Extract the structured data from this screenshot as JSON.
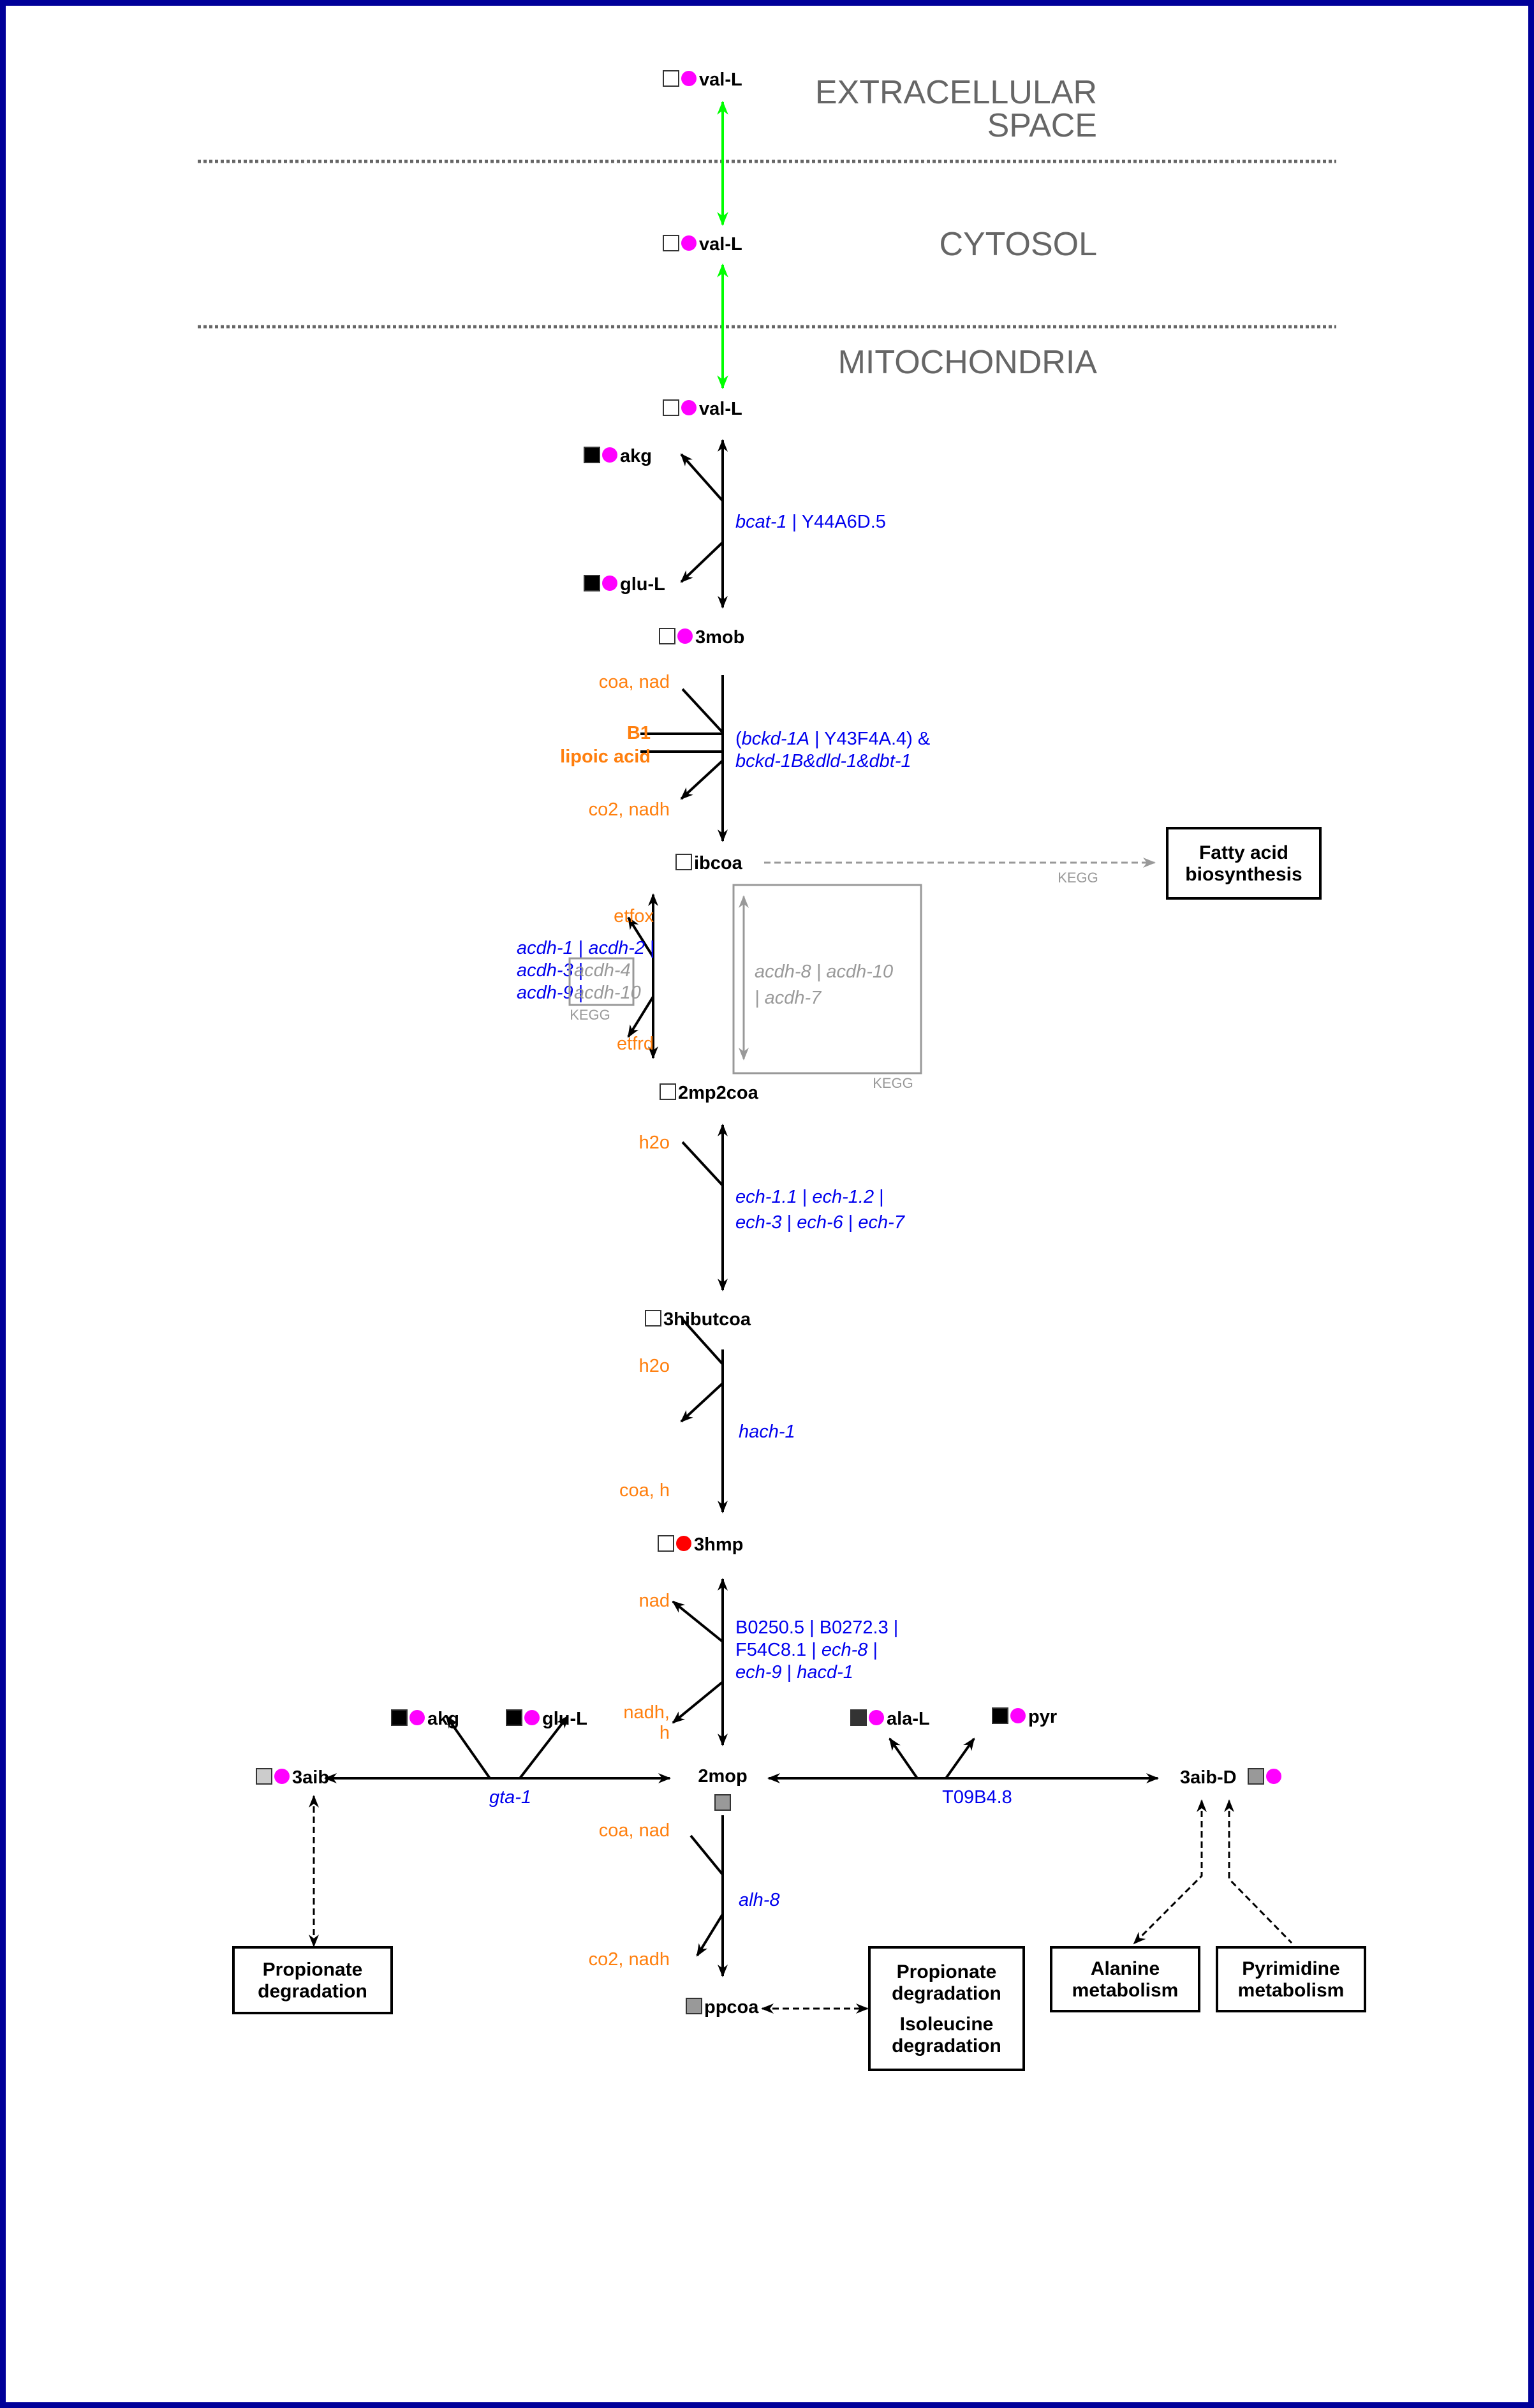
{
  "colors": {
    "border": "#000099",
    "metabolite_text": "#000000",
    "cofactor_text": "#ff7f0e",
    "gene_text": "#0000ee",
    "kegg_grey": "#999999",
    "transport_arrow": "#00ff00",
    "compartment_label": "#666666",
    "marker_magenta": "#ff00ff",
    "marker_red": "#ff0000"
  },
  "compartments": {
    "extracellular": [
      "EXTRACELLULAR",
      "SPACE"
    ],
    "cytosol": "CYTOSOL",
    "mitochondria": "MITOCHONDRIA"
  },
  "metabolites": {
    "val_e": {
      "label": "val-L",
      "square": "white",
      "circle": "magenta"
    },
    "val_c": {
      "label": "val-L",
      "square": "white",
      "circle": "magenta"
    },
    "val_m": {
      "label": "val-L",
      "square": "white",
      "circle": "magenta"
    },
    "akg_1": {
      "label": "akg",
      "square": "black",
      "circle": "magenta"
    },
    "glu_1": {
      "label": "glu-L",
      "square": "black",
      "circle": "magenta"
    },
    "3mob": {
      "label": "3mob",
      "square": "white",
      "circle": "magenta"
    },
    "ibcoa": {
      "label": "ibcoa",
      "square": "white",
      "circle": null
    },
    "2mp2coa": {
      "label": "2mp2coa",
      "square": "white",
      "circle": null
    },
    "3hibutcoa": {
      "label": "3hibutcoa",
      "square": "white",
      "circle": null
    },
    "3hmp": {
      "label": "3hmp",
      "square": "white",
      "circle": "red"
    },
    "2mop": {
      "label": "2mop",
      "square": "grey",
      "circle": null
    },
    "akg_2": {
      "label": "akg",
      "square": "black",
      "circle": "magenta"
    },
    "glu_2": {
      "label": "glu-L",
      "square": "black",
      "circle": "magenta"
    },
    "3aib": {
      "label": "3aib",
      "square": "lightgrey",
      "circle": "magenta"
    },
    "ala": {
      "label": "ala-L",
      "square": "darkgrey",
      "circle": "magenta"
    },
    "pyr": {
      "label": "pyr",
      "square": "black",
      "circle": "magenta"
    },
    "3aibD": {
      "label": "3aib-D",
      "square": "grey",
      "circle": "magenta"
    },
    "ppcoa": {
      "label": "ppcoa",
      "square": "grey",
      "circle": null
    }
  },
  "cofactors": {
    "r2_in": "coa, nad",
    "r2_b1": "B1",
    "r2_lipoic": "lipoic acid",
    "r2_out": "co2, nadh",
    "r3_in": "etfox",
    "r3_out": "etfrd",
    "r4_in": "h2o",
    "r5_in": "h2o",
    "r5_out": "coa, h",
    "r6_in": "nad",
    "r6_out_1": "nadh,",
    "r6_out_2": "h",
    "r9_in": "coa, nad",
    "r9_out": "co2, nadh"
  },
  "genes": {
    "bcat": [
      {
        "t": "bcat-1",
        "i": true
      },
      {
        "t": " | Y44A6D.5",
        "i": false
      }
    ],
    "bckd_line1": [
      {
        "t": "(",
        "i": false
      },
      {
        "t": "bckd-1A",
        "i": true
      },
      {
        "t": " | Y43F4A.4) &",
        "i": false
      }
    ],
    "bckd_line2": [
      {
        "t": "bckd-1B&dld-1&dbt-1",
        "i": true
      }
    ],
    "acdh_line1": [
      {
        "t": "acdh-1",
        "i": true
      },
      {
        "t": " | ",
        "i": false
      },
      {
        "t": "acdh-2",
        "i": true
      },
      {
        "t": " |",
        "i": false
      }
    ],
    "acdh_line2": [
      {
        "t": "acdh-3",
        "i": true
      },
      {
        "t": " | ",
        "i": false
      }
    ],
    "acdh_line2_grey": "acdh-4",
    "acdh_line3": [
      {
        "t": "acdh-9",
        "i": true
      },
      {
        "t": " | ",
        "i": false
      }
    ],
    "acdh_line3_grey": "acdh-10",
    "acdh_kegg_line1": "acdh-8 | acdh-10",
    "acdh_kegg_line2": "| acdh-7",
    "ech_line1": [
      {
        "t": "ech-1.1",
        "i": true
      },
      {
        "t": " | ",
        "i": false
      },
      {
        "t": "ech-1.2",
        "i": true
      },
      {
        "t": " |",
        "i": false
      }
    ],
    "ech_line2": [
      {
        "t": "ech-3",
        "i": true
      },
      {
        "t": " | ",
        "i": false
      },
      {
        "t": "ech-6",
        "i": true
      },
      {
        "t": " | ",
        "i": false
      },
      {
        "t": "ech-7",
        "i": true
      }
    ],
    "hach": [
      {
        "t": "hach-1",
        "i": true
      }
    ],
    "hibd_line1": [
      {
        "t": "B0250.5 | B0272.3 |",
        "i": false
      }
    ],
    "hibd_line2": [
      {
        "t": "F54C8.1 | ",
        "i": false
      },
      {
        "t": "ech-8",
        "i": true
      },
      {
        "t": " |",
        "i": false
      }
    ],
    "hibd_line3": [
      {
        "t": "ech-9",
        "i": true
      },
      {
        "t": " | ",
        "i": false
      },
      {
        "t": "hacd-1",
        "i": true
      }
    ],
    "gta": [
      {
        "t": "gta-1",
        "i": true
      }
    ],
    "t09": [
      {
        "t": "T09B4.8",
        "i": false
      }
    ],
    "alh": [
      {
        "t": "alh-8",
        "i": true
      }
    ]
  },
  "kegg_labels": {
    "fatty": "KEGG",
    "acdh_small": "KEGG",
    "acdh_big": "KEGG"
  },
  "pathway_boxes": {
    "fatty_acid": [
      "Fatty acid",
      "biosynthesis"
    ],
    "propionate_left": [
      "Propionate",
      "degradation"
    ],
    "propionate_isoleucine": [
      "Propionate",
      "degradation",
      "Isoleucine",
      "degradation"
    ],
    "alanine": [
      "Alanine",
      "metabolism"
    ],
    "pyrimidine": [
      "Pyrimidine",
      "metabolism"
    ]
  }
}
